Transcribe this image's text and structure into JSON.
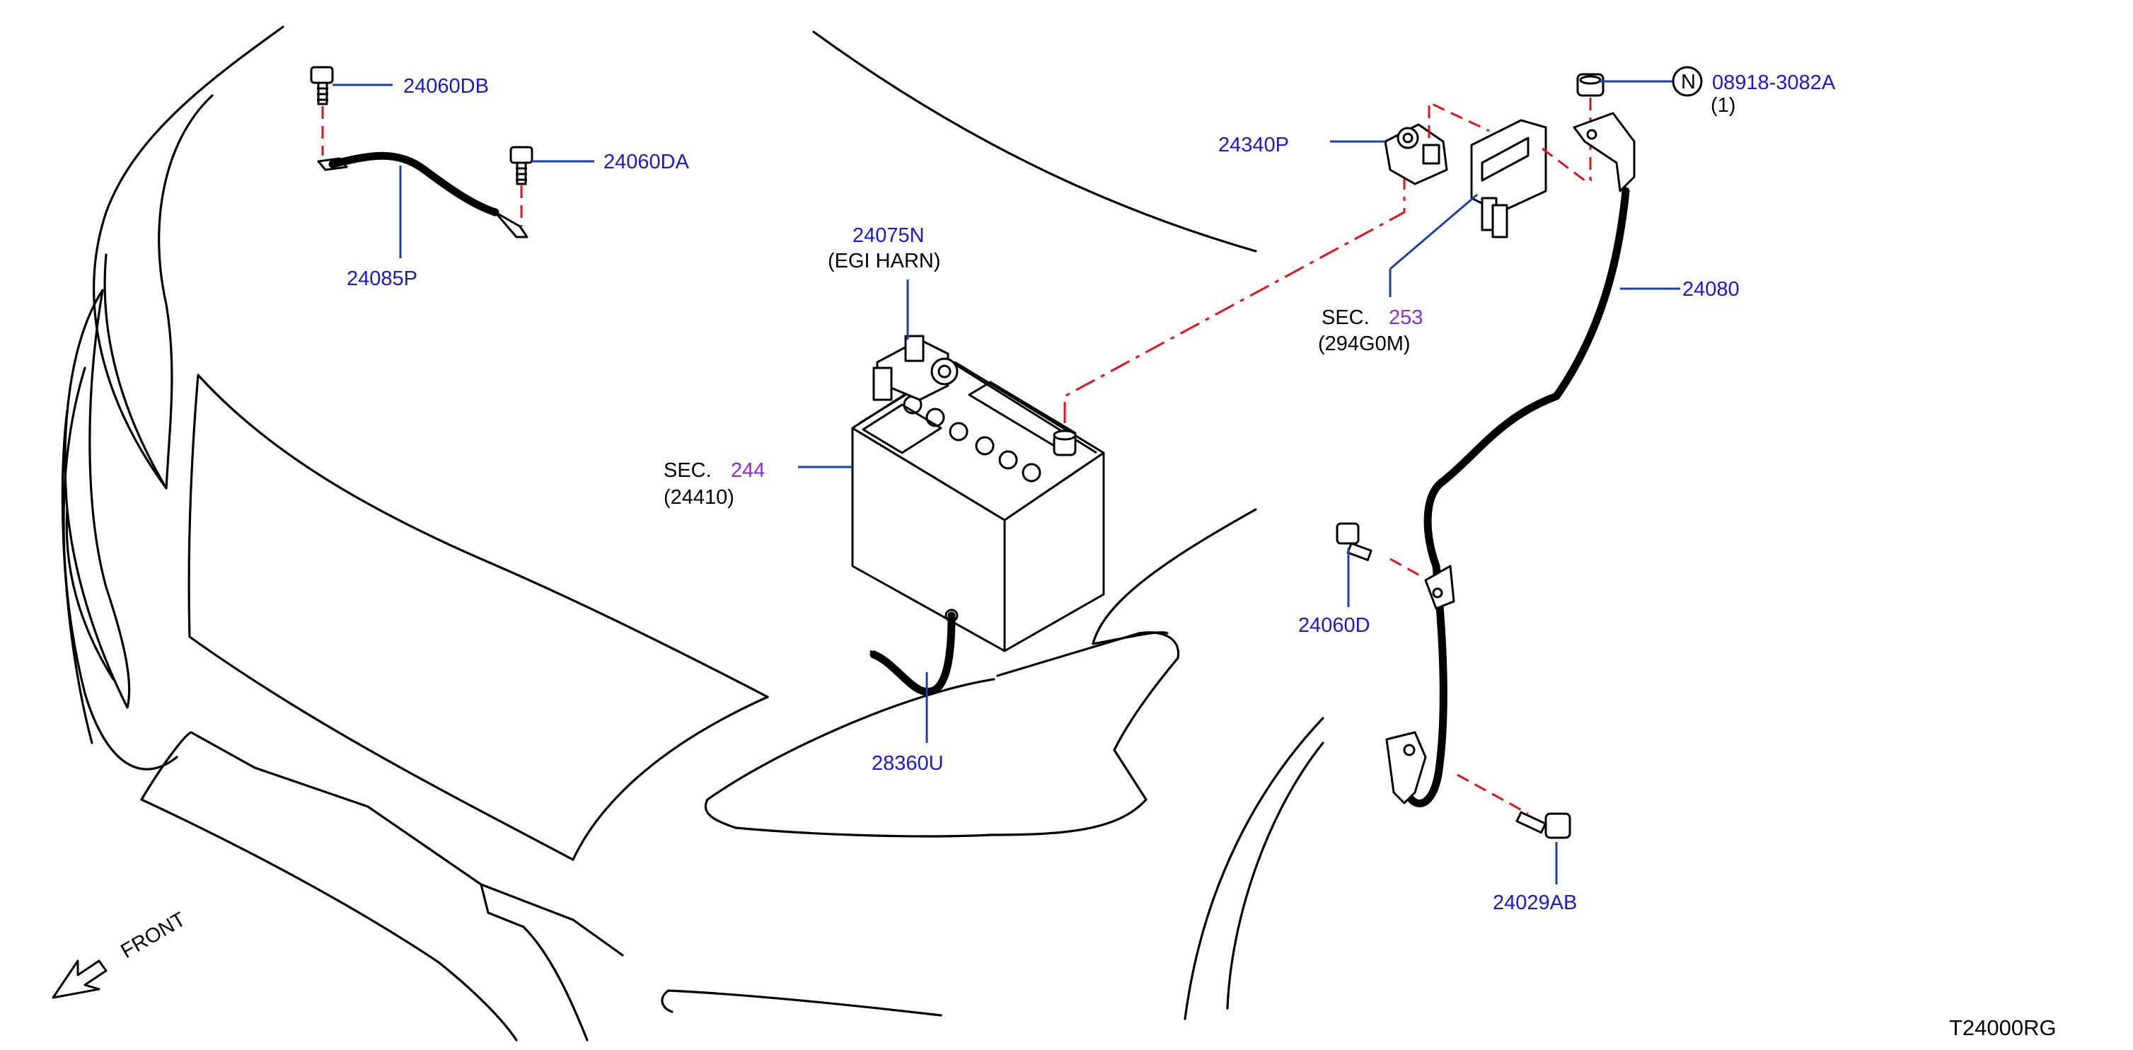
{
  "labels": {
    "p_24060DB": "24060DB",
    "p_24060DA": "24060DA",
    "p_24085P": "24085P",
    "p_24075N": "24075N",
    "egi_harn": "(EGI   HARN)",
    "sec244_prefix": "SEC.",
    "sec244_num": "244",
    "sec244_sub": "(24410)",
    "p_28360U": "28360U",
    "p_24340P": "24340P",
    "sec253_prefix": "SEC.",
    "sec253_num": "253",
    "sec253_sub": "(294G0M)",
    "n_badge": "N",
    "p_08918": "08918-3082A",
    "p_08918_qty": "(1)",
    "p_24080": "24080",
    "p_24060D": "24060D",
    "p_24029AB": "24029AB",
    "front": "FRONT",
    "diagram_code": "T24000RG"
  },
  "colors": {
    "part_number": "#1a1acc",
    "section_number": "#8a2be2",
    "leader_line": "#1a3fb0",
    "phantom_line": "#e0141e",
    "outline": "#000000"
  }
}
